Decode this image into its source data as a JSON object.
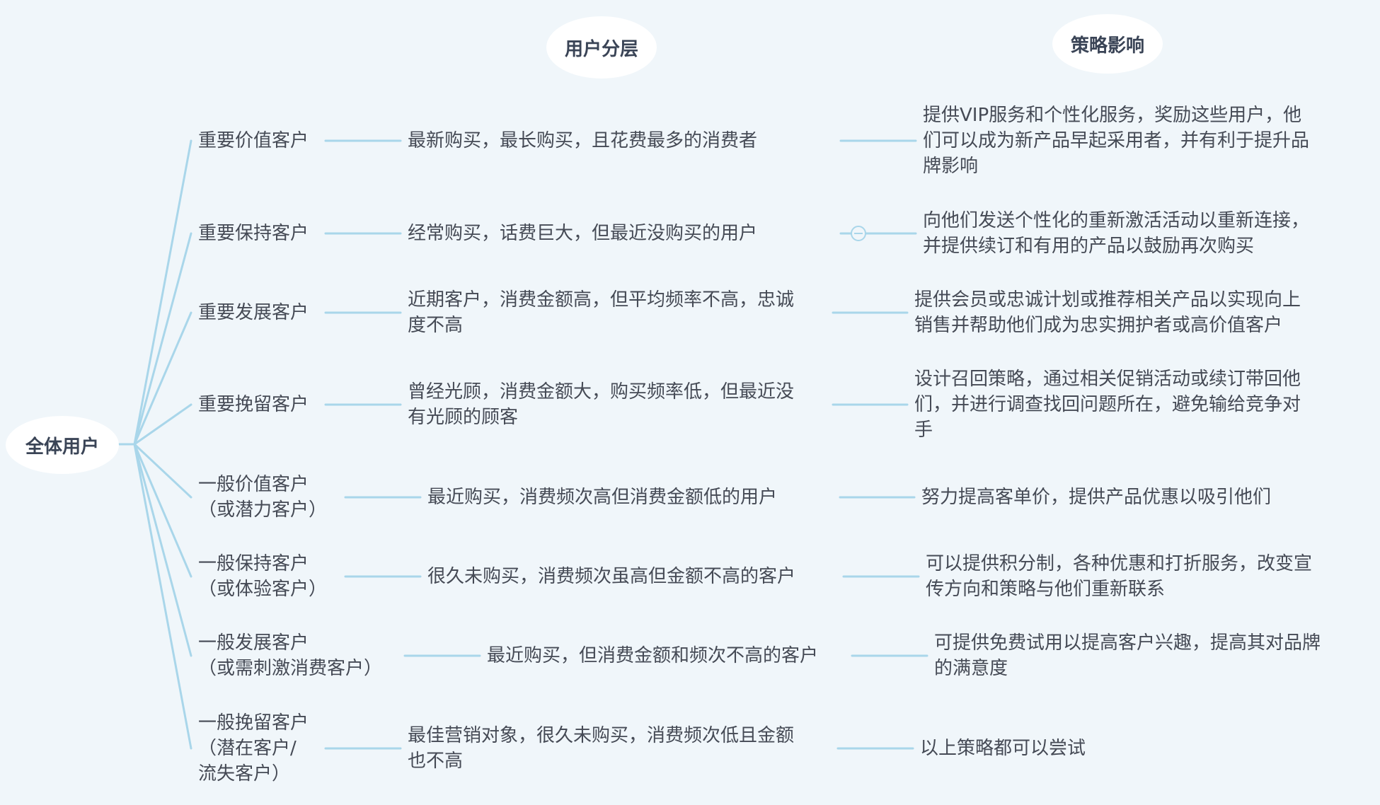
{
  "root": "全体用户",
  "headers": {
    "segmentation": "用户分层",
    "strategy": "策略影响"
  },
  "rows": [
    {
      "segment": "重要价值客户",
      "description": "最新购买，最长购买，且花费最多的消费者",
      "strategy": "提供VIP服务和个性化服务，奖励这些用户，他\n们可以成为新产品早起采用者，并有利于提升品\n牌影响"
    },
    {
      "segment": "重要保持客户",
      "description": "经常购买，话费巨大，但最近没购买的用户",
      "strategy": "向他们发送个性化的重新激活活动以重新连接，\n并提供续订和有用的产品以鼓励再次购买"
    },
    {
      "segment": "重要发展客户",
      "description": "近期客户，消费金额高，但平均频率不高，忠诚\n度不高",
      "strategy": "提供会员或忠诚计划或推荐相关产品以实现向上\n销售并帮助他们成为忠实拥护者或高价值客户"
    },
    {
      "segment": "重要挽留客户",
      "description": "曾经光顾，消费金额大，购买频率低，但最近没\n有光顾的顾客",
      "strategy": "设计召回策略，通过相关促销活动或续订带回他\n们，并进行调查找回问题所在，避免输给竞争对\n手"
    },
    {
      "segment": "一般价值客户\n（或潜力客户）",
      "description": "最近购买，消费频次高但消费金额低的用户",
      "strategy": "努力提高客单价，提供产品优惠以吸引他们"
    },
    {
      "segment": "一般保持客户\n（或体验客户）",
      "description": "很久未购买，消费频次虽高但金额不高的客户",
      "strategy": "可以提供积分制，各种优惠和打折服务，改变宣\n传方向和策略与他们重新联系"
    },
    {
      "segment": "一般发展客户\n（或需刺激消费客户）",
      "description": "最近购买，但消费金额和频次不高的客户",
      "strategy": "可提供免费试用以提高客户兴趣，提高其对品牌\n的满意度"
    },
    {
      "segment": "一般挽留客户\n（潜在客户/\n流失客户）",
      "description": "最佳营销对象，很久未购买，消费频次低且金额\n也不高",
      "strategy": "以上策略都可以尝试"
    }
  ],
  "colors": {
    "background": "#f0f6fa",
    "connector": "#a9d6ea",
    "text": "#454a55",
    "pill": "#ffffff"
  }
}
